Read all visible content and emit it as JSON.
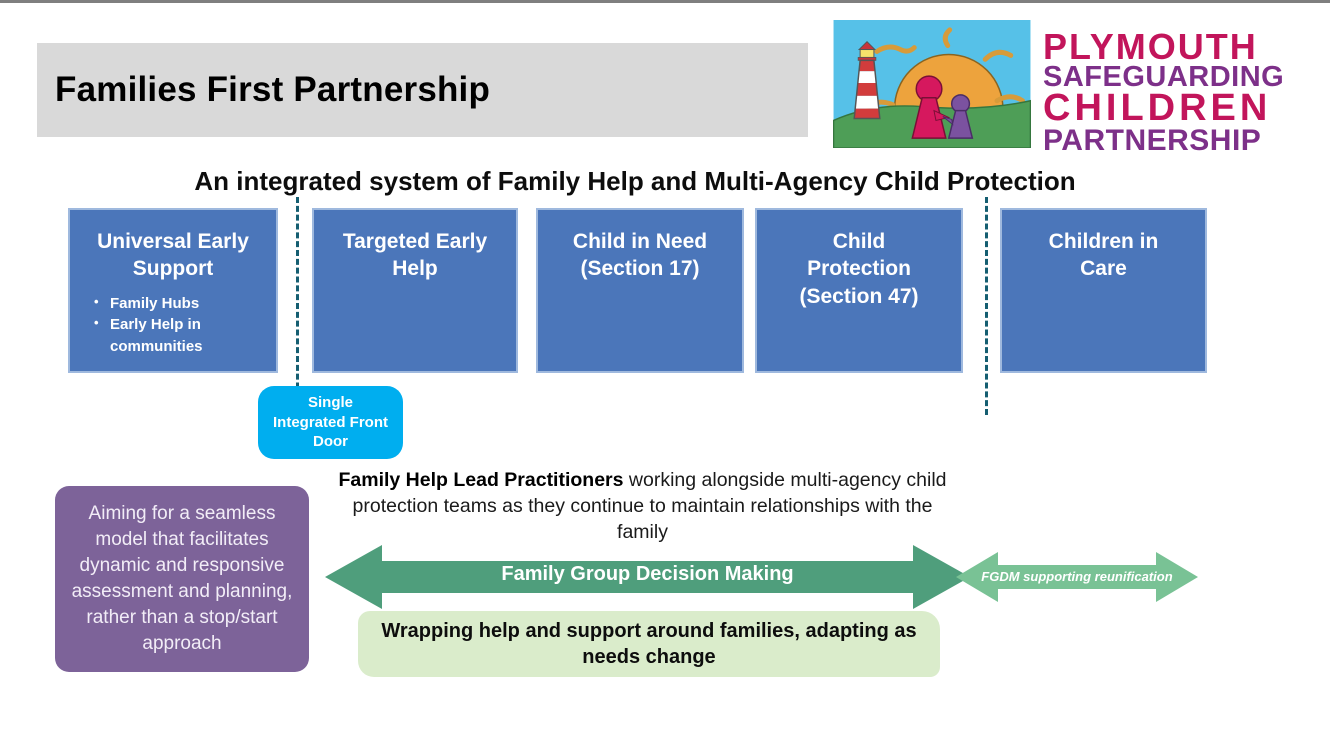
{
  "slide": {
    "title": "Families First Partnership",
    "subtitle": "An integrated system of Family Help and Multi-Agency Child Protection"
  },
  "logo": {
    "illustration": "lighthouse-sun-family-drawing",
    "lines": [
      {
        "text": "PLYMOUTH",
        "color": "#c2155b"
      },
      {
        "text": "SAFEGUARDING",
        "color": "#7d3089"
      },
      {
        "text": "CHILDREN",
        "color": "#c2155b"
      },
      {
        "text": "PARTNERSHIP",
        "color": "#7d3089"
      }
    ]
  },
  "stages": [
    {
      "title": "Universal Early Support",
      "bullets": [
        "Family Hubs",
        "Early Help in communities"
      ]
    },
    {
      "title": "Targeted Early Help"
    },
    {
      "title": "Child in Need (Section 17)"
    },
    {
      "title": "Child Protection (Section 47)"
    },
    {
      "title": "Children in Care"
    }
  ],
  "front_door": {
    "label": "Single Integrated Front Door"
  },
  "purple_note": {
    "text": "Aiming for a seamless model that facilitates dynamic and responsive assessment and planning, rather than a stop/start approach"
  },
  "practitioner_note": {
    "lead": "Family Help Lead Practitioners",
    "rest": " working alongside multi-agency child protection teams as they continue to maintain relationships with the family"
  },
  "fgdm_arrow": {
    "label": "Family Group Decision Making"
  },
  "reunification_arrow": {
    "label": "FGDM supporting reunification"
  },
  "wraparound_note": {
    "text": "Wrapping help and support around families, adapting as needs change"
  },
  "colors": {
    "title_bar": "#d9d9d9",
    "stage_box": "#4b76ba",
    "stage_divider": "#155e71",
    "front_door": "#00aeef",
    "purple_note": "#7d6399",
    "fgdm_arrow": "#4f9e7c",
    "reunification_arrow": "#79c295",
    "wraparound_note": "#daeccb",
    "logo_crimson": "#c2155b",
    "logo_purple": "#7d3089"
  }
}
